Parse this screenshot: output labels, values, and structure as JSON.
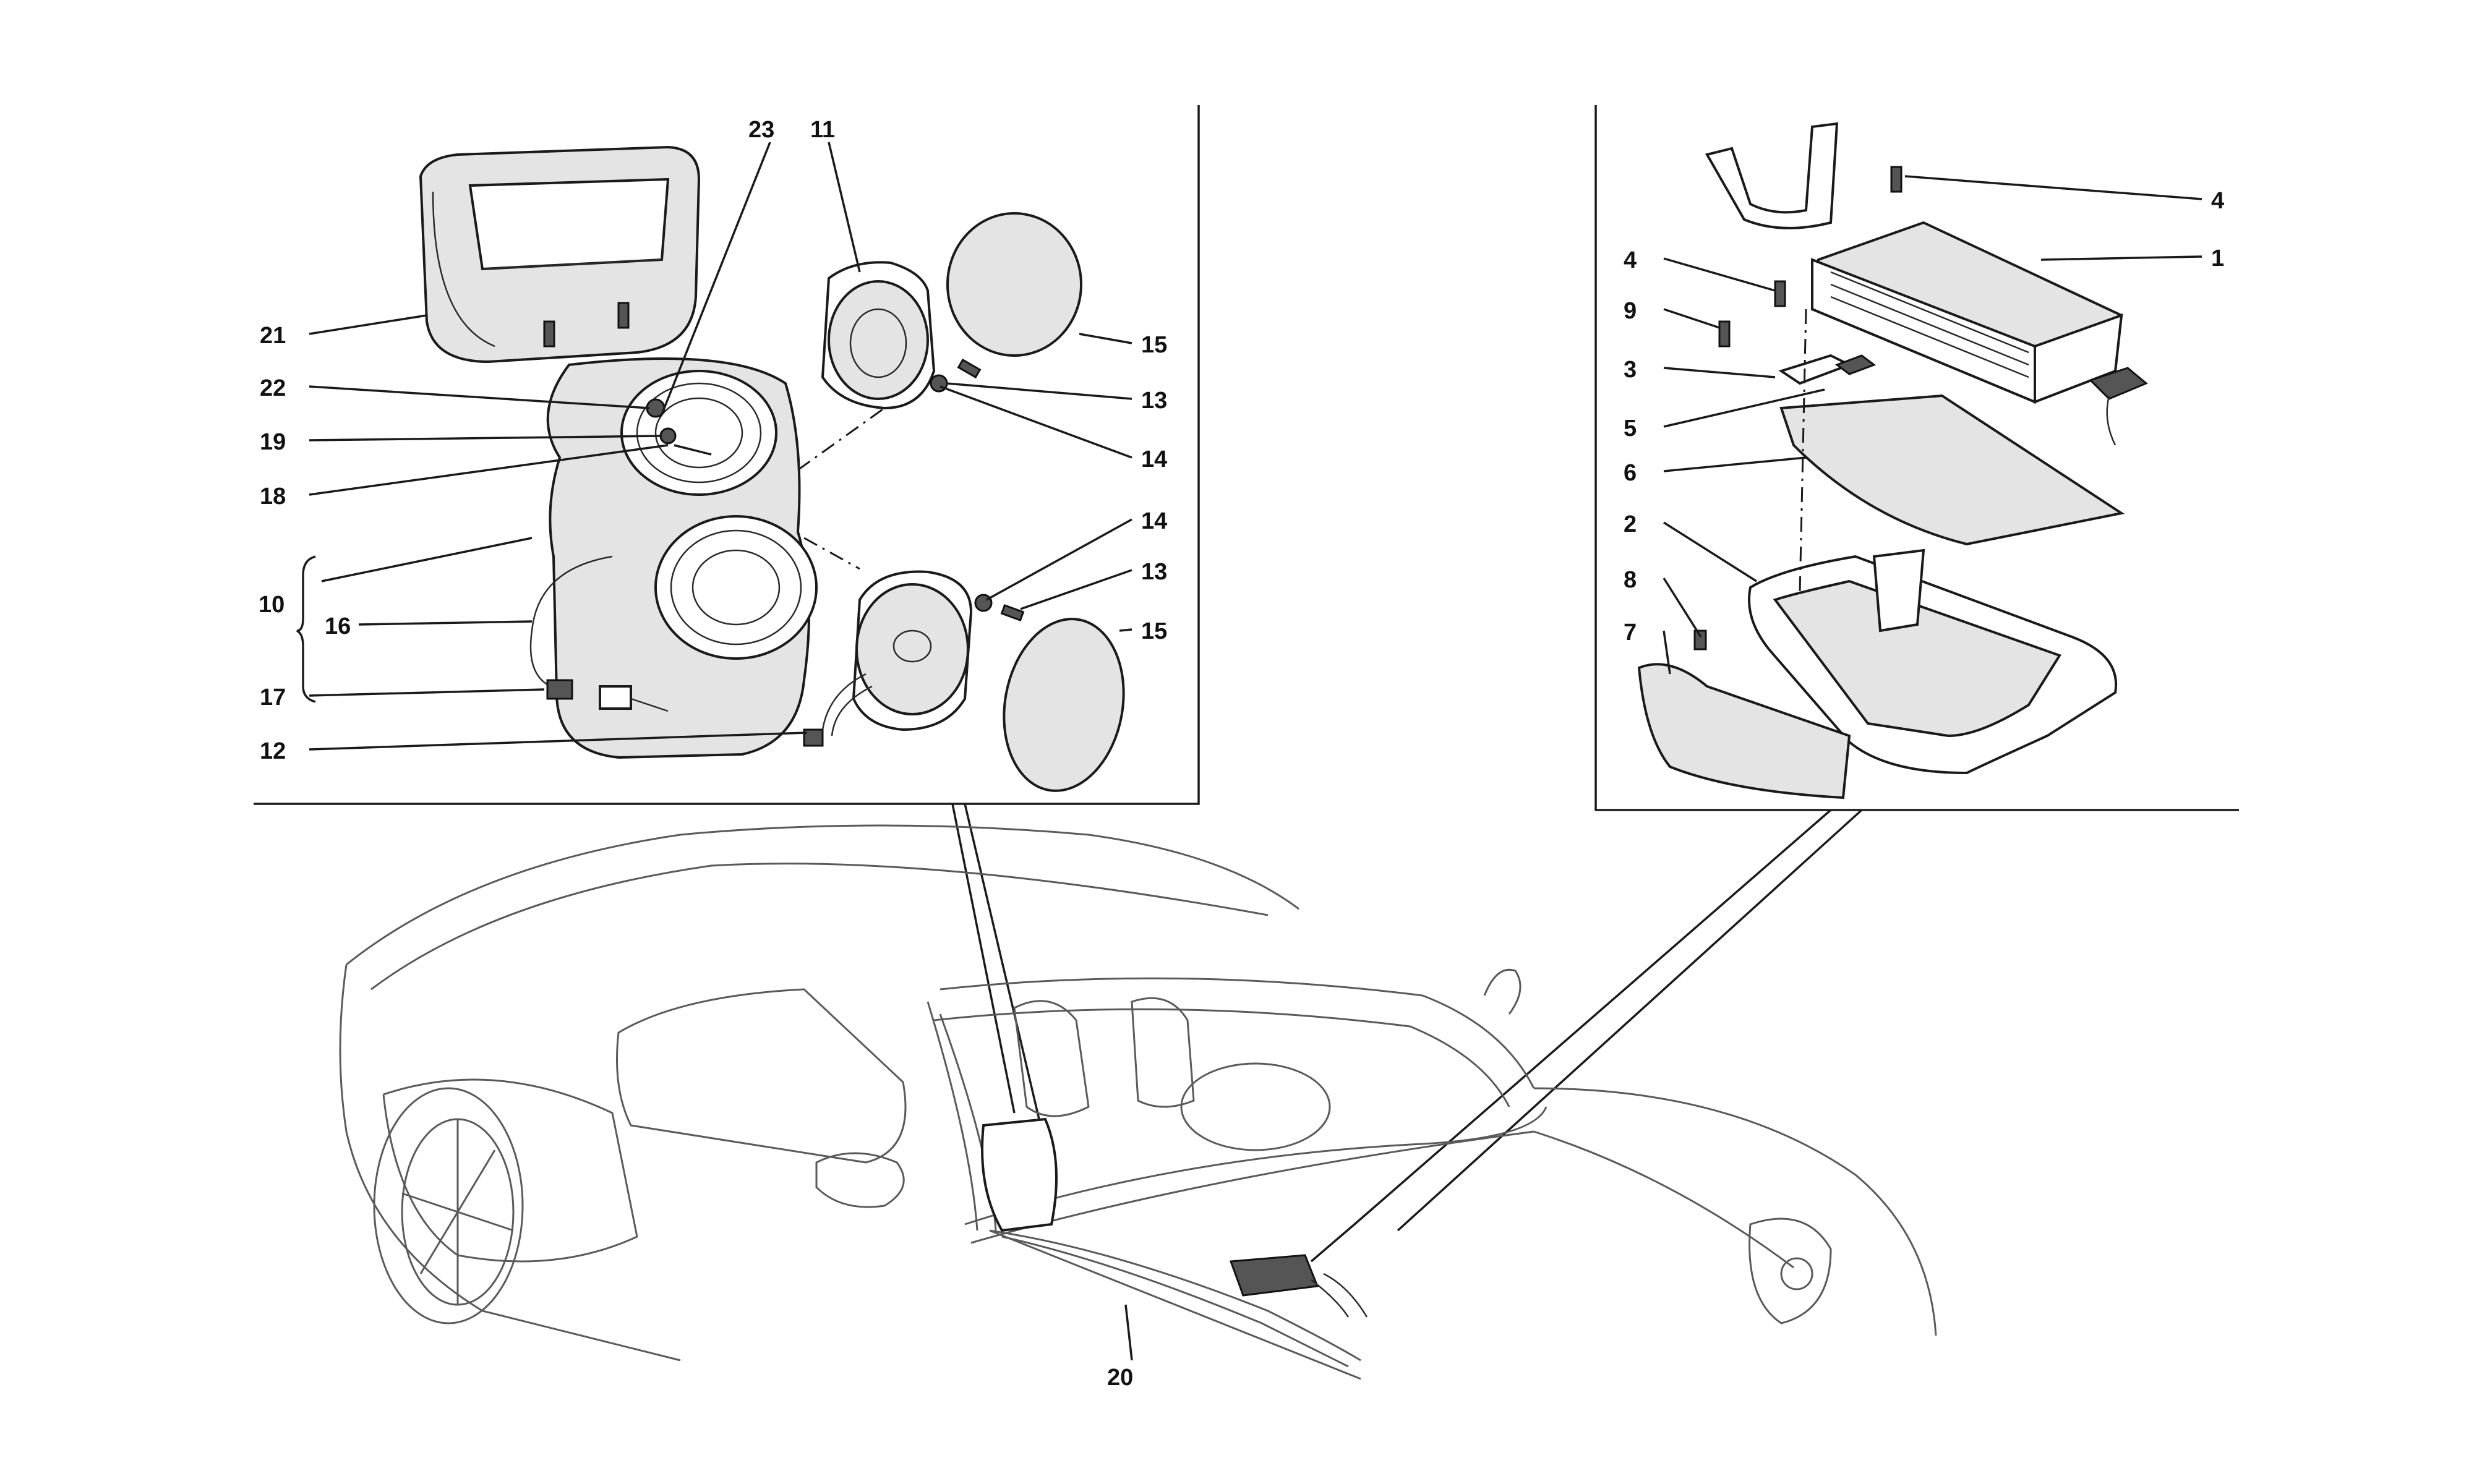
{
  "diagram": {
    "callouts": {
      "p1": "1",
      "p2": "2",
      "p3": "3",
      "p4a": "4",
      "p4b": "4",
      "p5": "5",
      "p6": "6",
      "p7": "7",
      "p8": "8",
      "p9": "9",
      "p10": "10",
      "p11": "11",
      "p12": "12",
      "p13a": "13",
      "p13b": "13",
      "p14a": "14",
      "p14b": "14",
      "p15a": "15",
      "p15b": "15",
      "p16": "16",
      "p17": "17",
      "p18": "18",
      "p19": "19",
      "p20": "20",
      "p21": "21",
      "p22": "22",
      "p23": "23"
    }
  }
}
